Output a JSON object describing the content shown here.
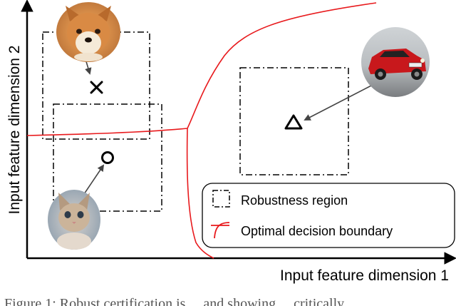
{
  "axes": {
    "x_label": "Input feature dimension 1",
    "y_label": "Input feature dimension 2"
  },
  "legend": {
    "items": [
      {
        "label": "Robustness region",
        "icon": "dash-dot-square-icon"
      },
      {
        "label": "Optimal decision boundary",
        "icon": "red-curve-icon"
      }
    ]
  },
  "markers": [
    {
      "name": "cross-marker",
      "icon": "cross-icon",
      "class": "dog"
    },
    {
      "name": "circle-marker",
      "icon": "circle-icon",
      "class": "cat"
    },
    {
      "name": "triangle-marker",
      "icon": "triangle-icon",
      "class": "car"
    }
  ],
  "images": [
    {
      "name": "dog-photo",
      "subject": "shiba inu dog"
    },
    {
      "name": "cat-photo",
      "subject": "kitten"
    },
    {
      "name": "car-photo",
      "subject": "red mini cooper car"
    }
  ],
  "colors": {
    "boundary": "#e8191c",
    "axis": "#000000",
    "region": "#000000",
    "arrow": "#444444"
  },
  "caption": {
    "partial_text": "Figure 1: Robust certification is ... and showing ... critically"
  }
}
